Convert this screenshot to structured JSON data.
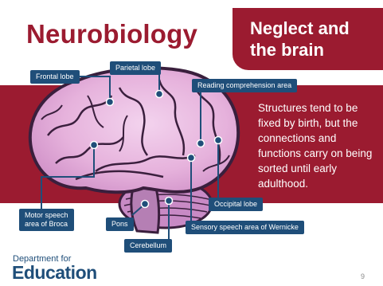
{
  "slide": {
    "title": "Neurobiology",
    "title_box_line1": "Neglect and",
    "title_box_line2": "the brain",
    "body_text": "Structures tend to be fixed by birth, but the connections and functions carry on being sorted until early adulthood.",
    "page_number": "9"
  },
  "labels": {
    "frontal_lobe": "Frontal lobe",
    "parietal_lobe": "Parietal lobe",
    "reading_comprehension": "Reading comprehension area",
    "motor_speech_line1": "Motor speech",
    "motor_speech_line2": "area of Broca",
    "pons": "Pons",
    "cerebellum": "Cerebellum",
    "sensory_speech": "Sensory speech area of Wernicke",
    "occipital_lobe": "Occipital lobe"
  },
  "logo": {
    "line1": "Department for",
    "line2": "Education"
  },
  "colors": {
    "brand_red": "#9b1b30",
    "label_blue": "#1f4e79",
    "brain_pink": "#e8b9df",
    "brain_stroke": "#3a1f3d"
  }
}
